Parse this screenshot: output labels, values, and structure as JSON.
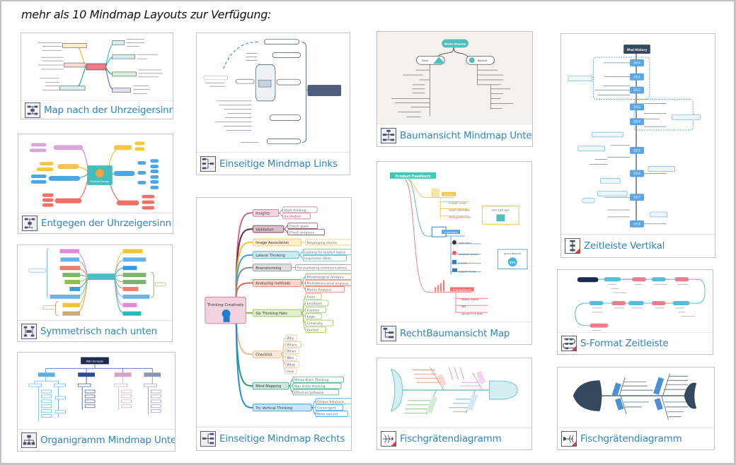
{
  "heading": "mehr als 10 Mindmap Layouts zur Verfügung:",
  "cards": [
    {
      "id": "clockwise",
      "label": "Map nach der Uhrzeigersinn",
      "icon": "clockwise-layout-icon"
    },
    {
      "id": "counterclockwise",
      "label": "Entgegen der Uhrzeigersinn",
      "icon": "counterclockwise-layout-icon",
      "preview_center": "Product Design"
    },
    {
      "id": "symmetric",
      "label": "Symmetrisch nach unten",
      "icon": "symmetric-layout-icon"
    },
    {
      "id": "orgchart",
      "label": "Organigramm Mindmap Unten",
      "icon": "orgchart-layout-icon",
      "preview_root": "WBS Template"
    },
    {
      "id": "left",
      "label": "Einseitige Mindmap Links",
      "icon": "left-map-layout-icon"
    },
    {
      "id": "right",
      "label": "Einseitige Mindmap Rechts",
      "icon": "right-map-layout-icon",
      "preview": {
        "center": "Thinking Creatively",
        "branches": [
          {
            "label": "Insights",
            "color": "#d0668f",
            "fill": "#f3d6e1",
            "children": [
              "Hard thinking",
              "Incubation"
            ]
          },
          {
            "label": "Validation",
            "color": "#6b2a3c",
            "fill": "#d9c1c8",
            "children": [
              "Check goals",
              "Check progress"
            ]
          },
          {
            "label": "Image Association",
            "color": "#f0c040",
            "fill": "#fdf0c8",
            "children": [
              "Developing stories"
            ]
          },
          {
            "label": "Lateral Thinking",
            "color": "#3aa7c7",
            "fill": "#cfe9f2",
            "children": [
              "Looking for related topics",
              "Inspiration ideas"
            ]
          },
          {
            "label": "Brainstorming",
            "color": "#8a8a8a",
            "fill": "#dedede",
            "children": [
              "For marketing communications"
            ]
          },
          {
            "label": "Analyzing methods",
            "color": "#e06a4a",
            "fill": "#f8d7cc",
            "children": [
              "Morphological Analysis",
              "Multidimensional analysis",
              "Matrix Analysis"
            ]
          },
          {
            "label": "Six Thinking Hats",
            "color": "#8dbf4a",
            "fill": "#e1f0cc",
            "children": [
              "Facts",
              "Emotions",
              "Caution",
              "Logic",
              "Creativity",
              "Control"
            ]
          },
          {
            "label": "Checklist",
            "color": "#f3b985",
            "fill": "#fce8d6",
            "children": [
              "Why",
              "Where",
              "When",
              "Who",
              "What",
              "How"
            ]
          },
          {
            "label": "Mind Mapping",
            "color": "#2a9d7a",
            "fill": "#cdeadf",
            "children": [
              "Whole Brain Thinking",
              "Non-linear thinking",
              "Effective Software"
            ]
          },
          {
            "label": "Try Vertical Thinking",
            "color": "#1e90e0",
            "fill": "#cfe4f7",
            "children": [
              "Unique Solutions",
              "Convergent",
              "More natural"
            ]
          }
        ]
      }
    },
    {
      "id": "tree-down",
      "label": "Baumansicht Mindmap Unten",
      "icon": "tree-down-layout-icon",
      "preview_root": "Waste Disposal",
      "preview_nodes": [
        "Trash",
        "Recycle"
      ]
    },
    {
      "id": "right-tree",
      "label": "RechtBaumansicht Map",
      "icon": "right-tree-layout-icon",
      "preview": {
        "root": "Product Feedback",
        "branches": [
          {
            "label": "Survey",
            "children": [
              "In-depth survey",
              "Collect information",
              "Short questionnaire"
            ],
            "note": "send a gift back"
          },
          {
            "label": "Comment",
            "children": [
              "Sales team",
              "Customer service",
              "E-mails",
              "Support forums"
            ],
            "note": "give a discount",
            "badge": "30%"
          },
          {
            "label": "Improvement",
            "children": [
              "Weekly reviews",
              "SNS",
              "Lessons from deals"
            ]
          }
        ]
      }
    },
    {
      "id": "fishbone-1",
      "label": "Fischgrätendiagramm",
      "icon": "fishbone-layout-icon"
    },
    {
      "id": "timeline-vertical",
      "label": "Zeitleiste Vertikal",
      "icon": "vertical-timeline-icon",
      "preview_title": "iPad History",
      "years": [
        "2010",
        "2011",
        "2012",
        "2013",
        "2014",
        "2015",
        "2016",
        "2017",
        "2018"
      ]
    },
    {
      "id": "s-timeline",
      "label": "S-Format Zeitleiste",
      "icon": "s-timeline-icon"
    },
    {
      "id": "fishbone-2",
      "label": "Fischgrätendiagramm",
      "icon": "fishbone-dark-layout-icon"
    }
  ],
  "colors": {
    "caption": "#2e86c8",
    "border": "#c2c2c2",
    "icon_dark": "#4a5064",
    "teal": "#4fbfbd",
    "navy": "#34495e"
  }
}
